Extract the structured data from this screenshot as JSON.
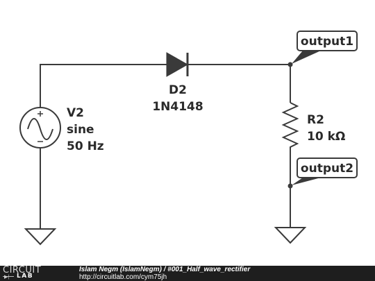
{
  "components": {
    "source": {
      "name": "V2",
      "type": "sine",
      "frequency": "50 Hz"
    },
    "diode": {
      "name": "D2",
      "part": "1N4148"
    },
    "resistor": {
      "name": "R2",
      "value": "10 kΩ"
    }
  },
  "probes": {
    "output1": "output1",
    "output2": "output2"
  },
  "footer": {
    "logo_top": "CIRCUIT",
    "logo_bottom": "LAB",
    "author": "Islam Negm (IslamNegm) / #001_Half_wave_rectifier",
    "url": "http://circuitlab.com/cym75jh"
  }
}
